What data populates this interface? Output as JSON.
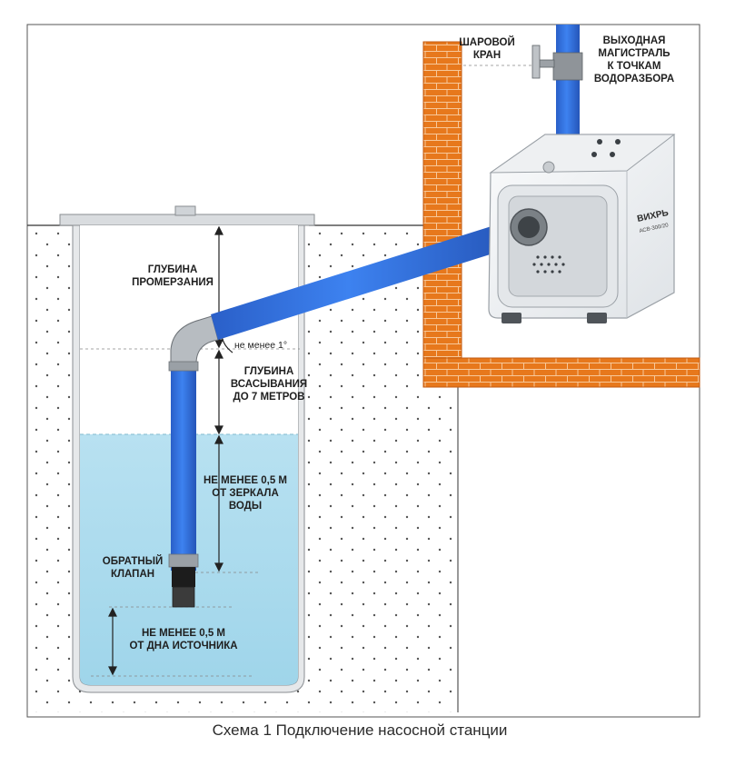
{
  "labels": {
    "ball_valve": [
      "ШАРОВОЙ",
      "КРАН"
    ],
    "outlet_line": [
      "ВЫХОДНАЯ",
      "МАГИСТРАЛЬ",
      "К ТОЧКАМ",
      "ВОДОРАЗБОРА"
    ],
    "freeze_depth": [
      "ГЛУБИНА",
      "ПРОМЕРЗАНИЯ"
    ],
    "slope_min": "не менее 1°",
    "suction_depth": [
      "ГЛУБИНА",
      "ВСАСЫВАНИЯ",
      "ДО 7 МЕТРОВ"
    ],
    "min_from_surface": [
      "НЕ МЕНЕЕ 0,5 М",
      "ОТ ЗЕРКАЛА",
      "ВОДЫ"
    ],
    "check_valve": [
      "ОБРАТНЫЙ",
      "КЛАПАН"
    ],
    "min_from_bottom": [
      "НЕ МЕНЕЕ 0,5 М",
      "ОТ ДНА ИСТОЧНИКА"
    ]
  },
  "pump": {
    "brand": "ВИХРЬ",
    "model": "АСВ-300/20"
  },
  "caption": "Схема 1 Подключение насосной станции",
  "colors": {
    "pipe": "#2f6fe0",
    "water": "#a9dbee",
    "brick": "#e7781c",
    "soil_dots": "#555555",
    "pump_body": "#f1f3f5"
  }
}
